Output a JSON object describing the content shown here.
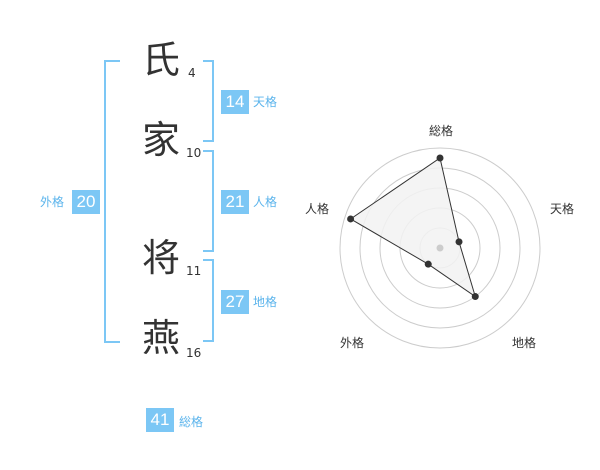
{
  "name_chars": [
    {
      "char": "氏",
      "strokes": "4"
    },
    {
      "char": "家",
      "strokes": "10"
    },
    {
      "char": "将",
      "strokes": "11"
    },
    {
      "char": "燕",
      "strokes": "16"
    }
  ],
  "fortune": {
    "tenkaku": {
      "value": "14",
      "label": "天格"
    },
    "jinkaku": {
      "value": "21",
      "label": "人格"
    },
    "chikaku": {
      "value": "27",
      "label": "地格"
    },
    "gaikaku": {
      "value": "20",
      "label": "外格"
    },
    "soukaku": {
      "value": "41",
      "label": "総格"
    }
  },
  "chart_data": {
    "type": "radar",
    "axes": [
      "総格",
      "天格",
      "地格",
      "外格",
      "人格"
    ],
    "values": [
      4.5,
      1.0,
      3.0,
      1.0,
      4.7
    ],
    "max": 5,
    "rings": 5,
    "colors": {
      "fill": "#f2f2f2",
      "line": "#333333",
      "grid": "#cccccc",
      "center": "#cccccc"
    }
  }
}
